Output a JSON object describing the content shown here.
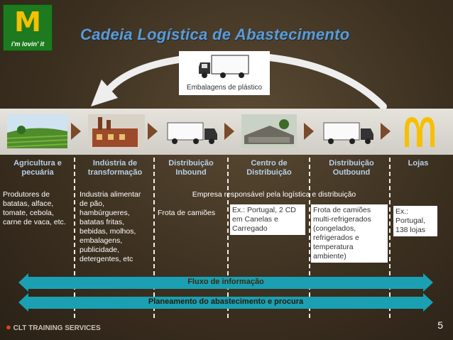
{
  "logo": {
    "mark": "M",
    "tagline": "i'm lovin' it"
  },
  "title": "Cadeia Logística de Abastecimento",
  "top_truck": {
    "label": "Embalagens de plástico",
    "icon": "truck-icon"
  },
  "stages": [
    {
      "label": "Agricultura e pecuária",
      "icon": "farm-field-icon"
    },
    {
      "label": "Indústria de transformação",
      "icon": "factory-icon"
    },
    {
      "label": "Distribuição Inbound",
      "icon": "truck-icon"
    },
    {
      "label": "Centro de Distribuição",
      "icon": "warehouse-icon"
    },
    {
      "label": "Distribuição Outbound",
      "icon": "truck-icon"
    },
    {
      "label": "Lojas",
      "icon": "mcdonalds-logo-icon"
    }
  ],
  "cells": {
    "agri": "Produtores de batatas, alface, tomate, cebola, carne de vaca, etc.",
    "industry": "Industria alimentar de pão, hambúrgueres, batatas fritas, bebidas, molhos, embalagens, publicidade, detergentes, etc",
    "logistics_header": "Empresa responsável pela logística e distribuição",
    "inbound": "Frota de camiões",
    "dc": "Ex.: Portugal, 2 CD em Canelas e Carregado",
    "outbound": "Frota de camiões multi-refrigerados (congelados, refrigerados e temperatura ambiente)",
    "stores": "Ex.: Portugal, 138 lojas"
  },
  "bars": {
    "info_flow": "Fluxo de informação",
    "planning": "Planeamento do abastecimento e procura"
  },
  "footer": {
    "company": "CLT TRAINING SERVICES",
    "page": "5"
  },
  "colors": {
    "title": "#5b9bd5",
    "bar": "#1aa0b2",
    "stage_label": "#b9cfe6"
  }
}
